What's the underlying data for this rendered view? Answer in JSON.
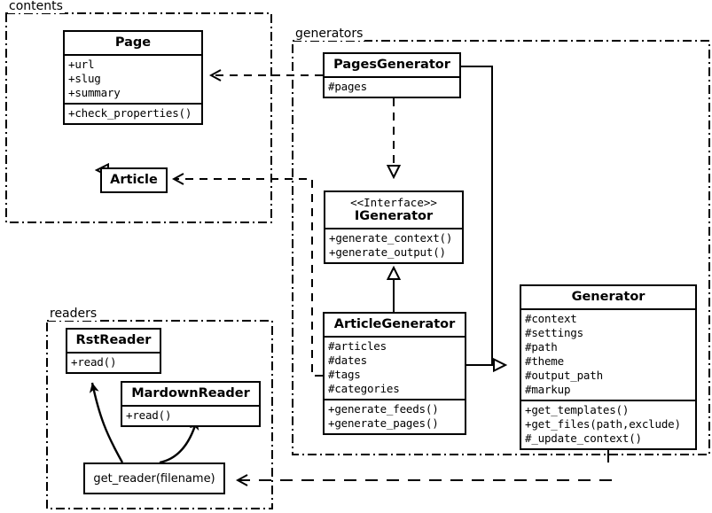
{
  "diagram": {
    "title": "UML class diagram",
    "stroke_color": "#000000",
    "background_color": "#ffffff"
  },
  "packages": [
    {
      "id": "contents",
      "label": "contents"
    },
    {
      "id": "generators",
      "label": "generators"
    },
    {
      "id": "readers",
      "label": "readers"
    }
  ],
  "classes": {
    "page": {
      "name": "Page",
      "attributes": [
        "+url",
        "+slug",
        "+summary"
      ],
      "methods": [
        "+check_properties()"
      ]
    },
    "article": {
      "name": "Article",
      "attributes": [],
      "methods": []
    },
    "pages_generator": {
      "name": "PagesGenerator",
      "attributes": [
        "#pages"
      ],
      "methods": []
    },
    "igenerator": {
      "stereotype": "<<Interface>>",
      "name": "IGenerator",
      "attributes": [],
      "methods": [
        "+generate_context()",
        "+generate_output()"
      ]
    },
    "article_generator": {
      "name": "ArticleGenerator",
      "attributes": [
        "#articles",
        "#dates",
        "#tags",
        "#categories"
      ],
      "methods": [
        "+generate_feeds()",
        "+generate_pages()"
      ]
    },
    "generator": {
      "name": "Generator",
      "attributes": [
        "#context",
        "#settings",
        "#path",
        "#theme",
        "#output_path",
        "#markup"
      ],
      "methods": [
        "+get_templates()",
        "+get_files(path,exclude)",
        "#_update_context()"
      ]
    },
    "rst_reader": {
      "name": "RstReader",
      "attributes": [],
      "methods": [
        "+read()"
      ]
    },
    "mardown_reader": {
      "name": "MardownReader",
      "attributes": [],
      "methods": [
        "+read()"
      ]
    }
  },
  "functions": {
    "get_reader": {
      "label": "get_reader(filename)"
    }
  },
  "relations": [
    {
      "from": "pages_generator",
      "to": "page",
      "type": "dependency"
    },
    {
      "from": "article_generator",
      "to": "article",
      "type": "dependency"
    },
    {
      "from": "pages_generator",
      "to": "igenerator",
      "type": "realization"
    },
    {
      "from": "article_generator",
      "to": "igenerator",
      "type": "generalization"
    },
    {
      "from": "pages_generator",
      "to": "generator",
      "type": "generalization"
    },
    {
      "from": "article_generator",
      "to": "generator",
      "type": "generalization"
    },
    {
      "from": "article",
      "to": "page",
      "type": "generalization"
    },
    {
      "from": "generator",
      "to": "get_reader",
      "type": "dependency"
    },
    {
      "from": "get_reader",
      "to": "rst_reader",
      "type": "association"
    },
    {
      "from": "get_reader",
      "to": "mardown_reader",
      "type": "association"
    }
  ]
}
